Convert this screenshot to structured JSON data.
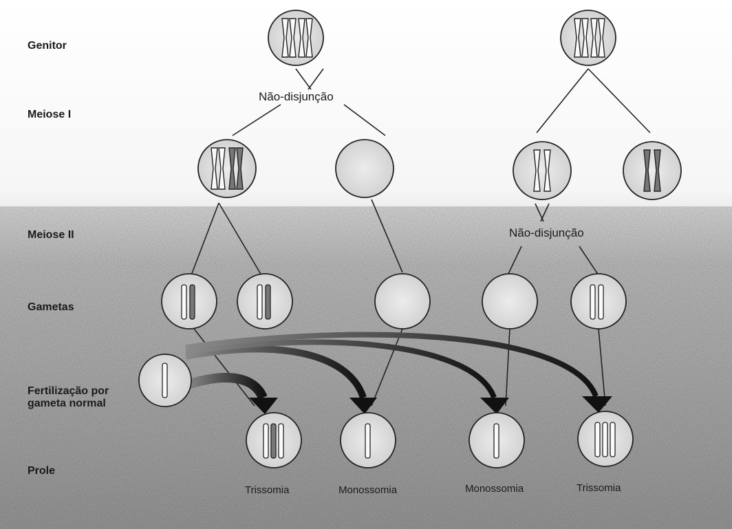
{
  "row_labels": {
    "genitor": "Genitor",
    "meiose_i": "Meiose I",
    "meiose_ii": "Meiose II",
    "gametas": "Gametas",
    "fertilizacao_1": "Fertilização por",
    "fertilizacao_2": "gameta normal",
    "prole": "Prole"
  },
  "events": {
    "nondisjunction_meiosis_i": "Não-disjunção",
    "nondisjunction_meiosis_ii": "Não-disjunção"
  },
  "outcomes": [
    "Trissomia",
    "Monossomia",
    "Monossomia",
    "Trissomia"
  ],
  "colors": {
    "ink": "#1a1a1a",
    "background_top": "#ffffff",
    "background_bottom": "#a9a9a9",
    "dark_chromosome": "#777777"
  }
}
